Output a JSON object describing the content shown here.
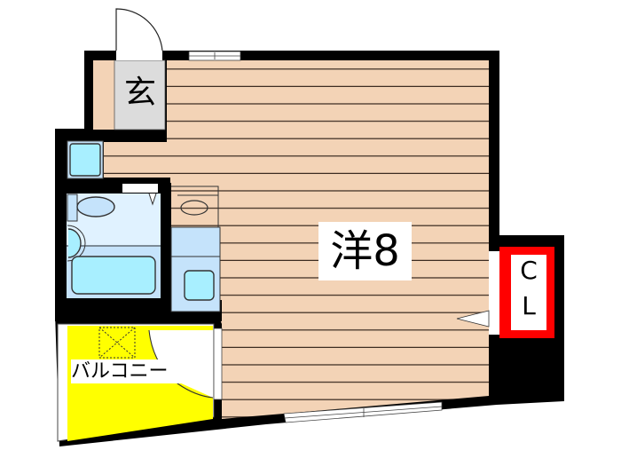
{
  "floorplan": {
    "rooms": {
      "main_room": {
        "label": "洋8",
        "type": "Western-style room",
        "size_jo": 8
      },
      "entrance": {
        "label": "玄"
      },
      "balcony": {
        "label": "バルコニー"
      },
      "closet": {
        "label_top": "C",
        "label_bottom": "L"
      }
    },
    "fixtures": [
      "refrigerator-space",
      "toilet",
      "bathtub",
      "washbasin",
      "kitchen-sink",
      "washing-machine-space"
    ],
    "colors": {
      "wall": "#000000",
      "floor_wood": "#f3d3b6",
      "floor_line": "#3a2a20",
      "entrance_floor": "#dcdcdc",
      "wet_area": "#c5e3fb",
      "fixture": "#a8efff",
      "balcony": "#ffff00",
      "closet_border": "#ff0000"
    }
  }
}
